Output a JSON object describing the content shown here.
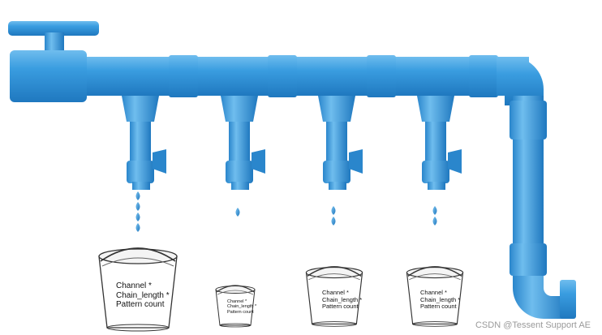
{
  "buckets": [
    {
      "lines": [
        "Channel *",
        "Chain_length *",
        "Pattern count"
      ],
      "drops": 4
    },
    {
      "lines": [
        "Channel *",
        "Chain_length *",
        "Pattern count"
      ],
      "drops": 1
    },
    {
      "lines": [
        "Channel *",
        "Chain_length *",
        "Pattern count"
      ],
      "drops": 2
    },
    {
      "lines": [
        "Channel *",
        "Chain_length *",
        "Pattern count"
      ],
      "drops": 2
    }
  ],
  "watermark": "CSDN @Tessent Support AE",
  "colors": {
    "pipe": "#3a9de0",
    "pipe_dark": "#1f78bf",
    "pipe_light": "#7cc3f0",
    "water": "#2e8fd6"
  }
}
